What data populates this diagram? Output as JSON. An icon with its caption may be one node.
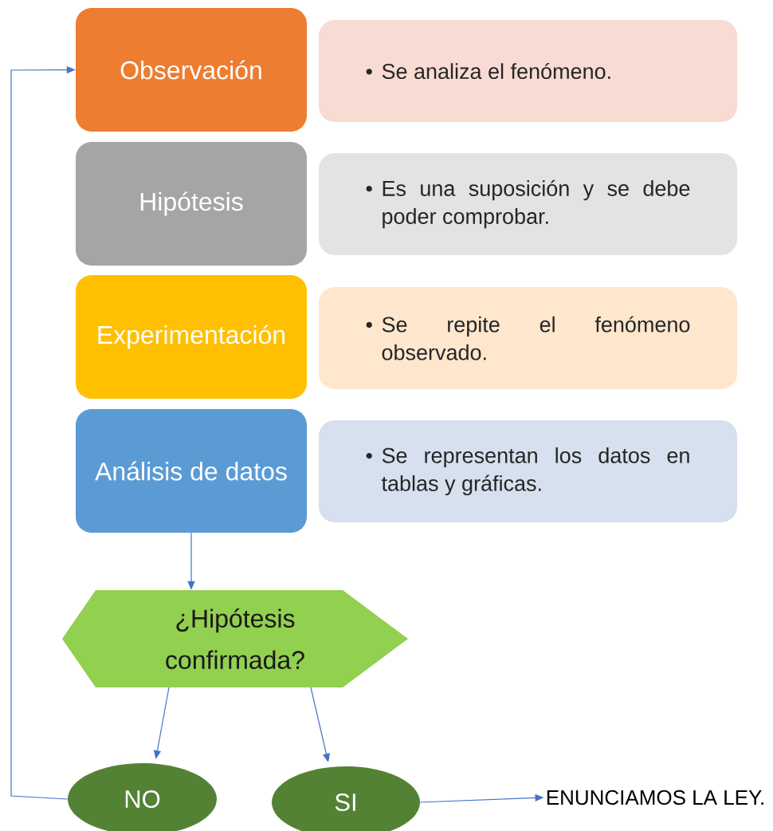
{
  "diagram": {
    "nodes": [
      {
        "text": [
          "Observación"
        ]
      },
      {
        "text": [
          "•",
          "Se analiza el fenómeno."
        ]
      },
      {
        "text": [
          "Hipótesis"
        ]
      },
      {
        "text": [
          "•",
          "Es una suposición y se debe poder comprobar."
        ]
      },
      {
        "text": [
          "Experimentación"
        ]
      },
      {
        "text": [
          "•",
          "Se repite el fenómeno observado."
        ]
      },
      {
        "text": [
          "Análisis de datos"
        ]
      },
      {
        "text": [
          "•",
          "Se representan los datos en tablas y gráficas."
        ]
      },
      {
        "text": [
          "¿Hipótesis confirmada?"
        ]
      },
      {
        "text": [
          "NO"
        ]
      },
      {
        "text": [
          "SI"
        ]
      },
      {
        "text": [
          "ENUNCIAMOS LA LEY."
        ]
      }
    ],
    "edges": [
      {
        "from": 6,
        "to": 8,
        "arrow": "to"
      },
      {
        "from": 8,
        "to": 9,
        "arrow": "to"
      },
      {
        "from": 8,
        "to": 10,
        "arrow": "to"
      },
      {
        "from": 9,
        "to": 0,
        "arrow": "to"
      },
      {
        "from": 10,
        "to": 11,
        "arrow": "to"
      }
    ]
  }
}
